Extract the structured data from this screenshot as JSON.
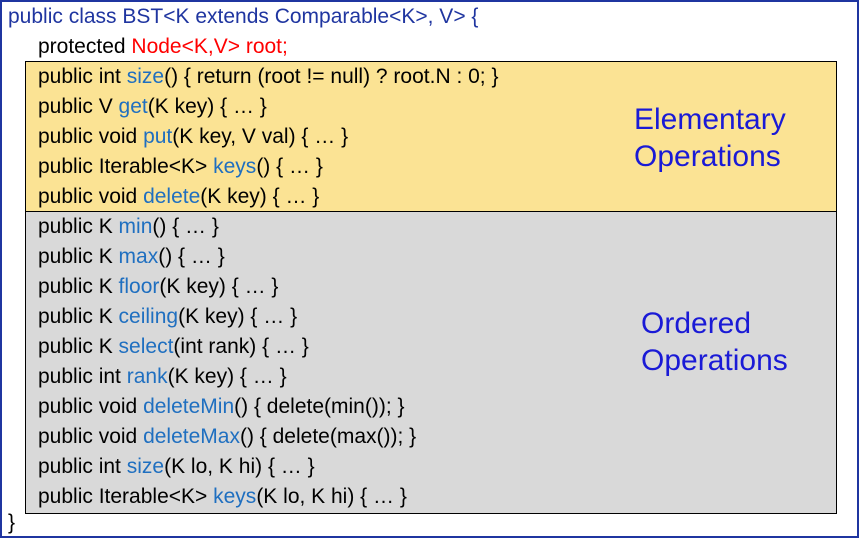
{
  "header": {
    "class_decl": "public class BST<K extends Comparable<K>, V> {",
    "field_prefix": "protected ",
    "field_type_name": "Node<K,V> root;",
    "closing_brace": "}"
  },
  "elementary": {
    "label_line1": "Elementary",
    "label_line2": "Operations",
    "methods": [
      {
        "prefix": "public int ",
        "name": "size",
        "suffix": "() { return (root != null) ? root.N : 0; }"
      },
      {
        "prefix": "public V ",
        "name": "get",
        "suffix": "(K key) { … }"
      },
      {
        "prefix": "public void ",
        "name": "put",
        "suffix": "(K key, V val) { … }"
      },
      {
        "prefix": "public Iterable<K> ",
        "name": "keys",
        "suffix": "() { … }"
      },
      {
        "prefix": "public void ",
        "name": "delete",
        "suffix": "(K key) { … }"
      }
    ]
  },
  "ordered": {
    "label_line1": "Ordered",
    "label_line2": "Operations",
    "methods": [
      {
        "prefix": "public K ",
        "name": "min",
        "suffix": "() { … }"
      },
      {
        "prefix": "public K ",
        "name": "max",
        "suffix": "() { … }"
      },
      {
        "prefix": "public K ",
        "name": "floor",
        "suffix": "(K key) { … }"
      },
      {
        "prefix": "public K ",
        "name": "ceiling",
        "suffix": "(K key) { … }"
      },
      {
        "prefix": "public K ",
        "name": "select",
        "suffix": "(int rank) { … }"
      },
      {
        "prefix": "public int ",
        "name": "rank",
        "suffix": "(K key) { … }"
      },
      {
        "prefix": "public void ",
        "name": "deleteMin",
        "suffix": "() { delete(min()); }"
      },
      {
        "prefix": "public void ",
        "name": "deleteMax",
        "suffix": "() { delete(max()); }"
      },
      {
        "prefix": "public int ",
        "name": "size",
        "suffix": "(K lo, K hi) { … }"
      },
      {
        "prefix": "public Iterable<K> ",
        "name": "keys",
        "suffix": "(K lo, K hi) { … }"
      }
    ]
  },
  "colors": {
    "method_name": "#1f6fc0",
    "class_decl": "#1f35a0",
    "field_highlight": "#ff0000",
    "label": "#1a1ad6",
    "elementary_bg": "#fbe394",
    "ordered_bg": "#d9d9d9"
  }
}
